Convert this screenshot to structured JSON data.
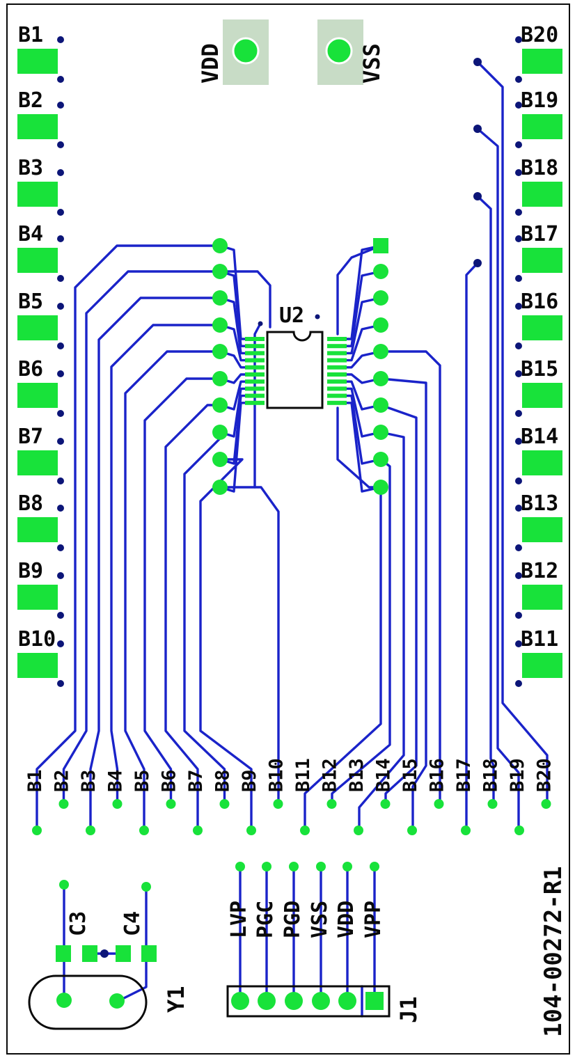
{
  "board": {
    "part_number": "104-00272-R1"
  },
  "power_pads": [
    {
      "label": "VDD"
    },
    {
      "label": "VSS"
    }
  ],
  "ic": {
    "label": "U2"
  },
  "left_connectors": [
    "B1",
    "B2",
    "B3",
    "B4",
    "B5",
    "B6",
    "B7",
    "B8",
    "B9",
    "B10"
  ],
  "right_connectors": [
    "B20",
    "B19",
    "B18",
    "B17",
    "B16",
    "B15",
    "B14",
    "B13",
    "B12",
    "B11"
  ],
  "bottom_pins": [
    "B1",
    "B2",
    "B3",
    "B4",
    "B5",
    "B6",
    "B7",
    "B8",
    "B9",
    "B10",
    "B11",
    "B12",
    "B13",
    "B14",
    "B15",
    "B16",
    "B17",
    "B18",
    "B19",
    "B20"
  ],
  "capacitors": [
    {
      "label": "C3"
    },
    {
      "label": "C4"
    }
  ],
  "crystal": {
    "label": "Y1"
  },
  "header": {
    "label": "J1",
    "pins": [
      "LVP",
      "PGC",
      "PGD",
      "VSS",
      "VDD",
      "VPP"
    ]
  },
  "colors": {
    "pad": "#18e23a",
    "trace": "#1a23c9",
    "via": "#0c1578",
    "power_pad_bg": "#c8dcc6",
    "outline": "#0a0a0a"
  }
}
